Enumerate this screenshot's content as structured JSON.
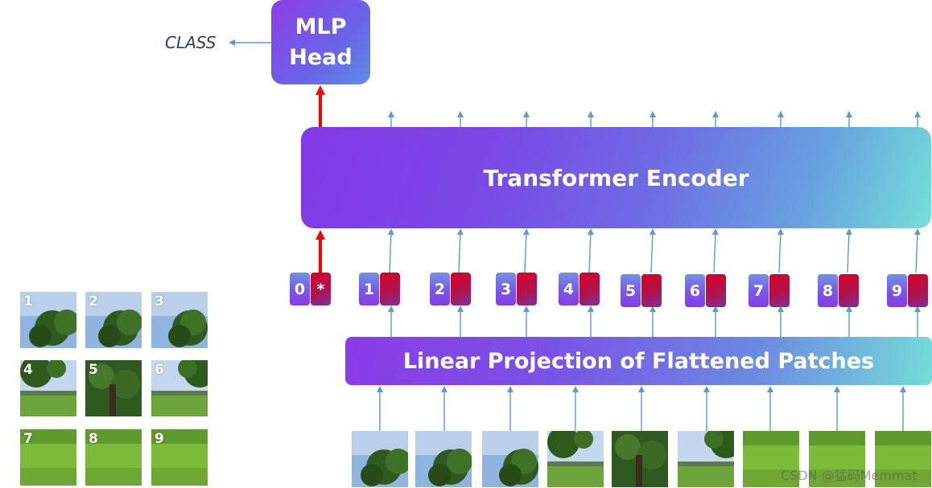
{
  "mlp_head": {
    "line1": "MLP",
    "line2": "Head"
  },
  "class_label": "CLASS",
  "encoder_label": "Transformer Encoder",
  "projection_label": "Linear Projection of Flattened Patches",
  "tokens": [
    {
      "position": "0",
      "embedding": "*"
    },
    {
      "position": "1",
      "embedding": ""
    },
    {
      "position": "2",
      "embedding": ""
    },
    {
      "position": "3",
      "embedding": ""
    },
    {
      "position": "4",
      "embedding": ""
    },
    {
      "position": "5",
      "embedding": ""
    },
    {
      "position": "6",
      "embedding": ""
    },
    {
      "position": "7",
      "embedding": ""
    },
    {
      "position": "8",
      "embedding": ""
    },
    {
      "position": "9",
      "embedding": ""
    }
  ],
  "grid_patches": [
    "1",
    "2",
    "3",
    "4",
    "5",
    "6",
    "7",
    "8",
    "9"
  ],
  "watermark": "CSDN @猛码Memmat",
  "colors": {
    "arrow_blue": "#5b9bd5",
    "arrow_red": "#ff0000"
  }
}
